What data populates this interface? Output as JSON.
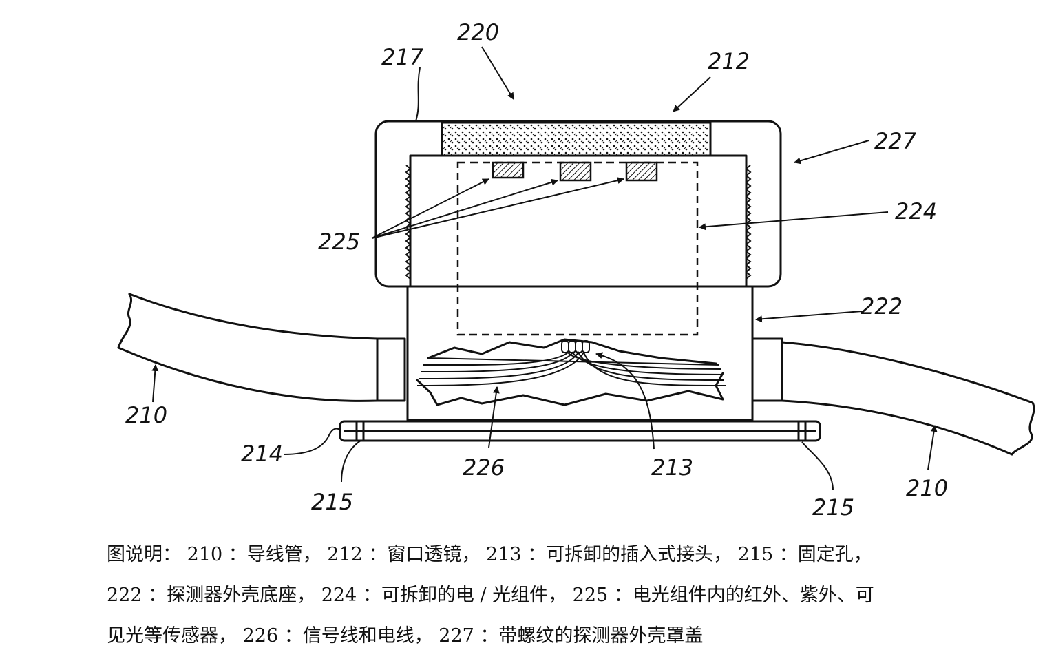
{
  "figure": {
    "refs": {
      "r210_left": "210",
      "r210_right": "210",
      "r212": "212",
      "r213": "213",
      "r214": "214",
      "r215_left": "215",
      "r215_right": "215",
      "r217": "217",
      "r220": "220",
      "r222": "222",
      "r224": "224",
      "r225": "225",
      "r226": "226",
      "r227": "227"
    }
  },
  "caption": {
    "line1": "图说明： 210 ：导线管， 212 ：窗口透镜， 213 ：可拆卸的插入式接头， 215 ：固定孔，",
    "line2": "222 ：探测器外壳底座， 224 ：可拆卸的电 / 光组件， 225 ：电光组件内的红外、紫外、可",
    "line3": "见光等传感器， 226 ：信号线和电线， 227 ：带螺纹的探测器外壳罩盖"
  }
}
